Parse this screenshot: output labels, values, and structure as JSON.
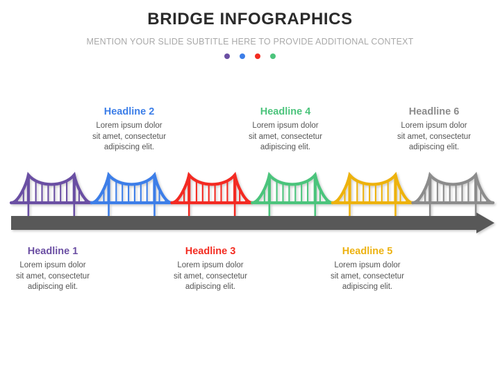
{
  "header": {
    "title": "BRIDGE INFOGRAPHICS",
    "subtitle": "MENTION YOUR SLIDE SUBTITLE HERE TO PROVIDE ADDITIONAL CONTEXT",
    "dots": [
      {
        "name": "dot-purple",
        "color": "#6b4fa3"
      },
      {
        "name": "dot-blue",
        "color": "#3c7ee8"
      },
      {
        "name": "dot-red",
        "color": "#f32c21"
      },
      {
        "name": "dot-green",
        "color": "#4cc47c"
      }
    ]
  },
  "body_text": "Lorem ipsum dolor sit amet, consectetur adipiscing elit.",
  "body_lines": {
    "l1": "Lorem ipsum dolor",
    "l2": "sit amet, consectetur",
    "l3": "adipiscing elit."
  },
  "segments": [
    {
      "index": 1,
      "headline": "Headline 1",
      "color": "#6b4fa3",
      "color_name": "purple",
      "position": "below",
      "body_l1": "Lorem ipsum dolor",
      "body_l2": "sit amet, consectetur",
      "body_l3": "adipiscing elit."
    },
    {
      "index": 2,
      "headline": "Headline 2",
      "color": "#3c7ee8",
      "color_name": "blue",
      "position": "above",
      "body_l1": "Lorem ipsum dolor",
      "body_l2": "sit amet, consectetur",
      "body_l3": "adipiscing elit."
    },
    {
      "index": 3,
      "headline": "Headline 3",
      "color": "#f32c21",
      "color_name": "red",
      "position": "below",
      "body_l1": "Lorem ipsum dolor",
      "body_l2": "sit amet, consectetur",
      "body_l3": "adipiscing elit."
    },
    {
      "index": 4,
      "headline": "Headline 4",
      "color": "#4cc47c",
      "color_name": "green",
      "position": "above",
      "body_l1": "Lorem ipsum dolor",
      "body_l2": "sit amet, consectetur",
      "body_l3": "adipiscing elit."
    },
    {
      "index": 5,
      "headline": "Headline 5",
      "color": "#edb211",
      "color_name": "yellow",
      "position": "below",
      "body_l1": "Lorem ipsum dolor",
      "body_l2": "sit amet, consectetur",
      "body_l3": "adipiscing elit."
    },
    {
      "index": 6,
      "headline": "Headline 6",
      "color": "#8c8c8c",
      "color_name": "gray",
      "position": "above",
      "body_l1": "Lorem ipsum dolor",
      "body_l2": "sit amet, consectetur",
      "body_l3": "adipiscing elit."
    }
  ],
  "timeline": {
    "name": "timeline-arrow",
    "color": "#585858",
    "direction": "right"
  },
  "colors": {
    "title": "#2b2b2b",
    "subtitle": "#a9a9a9",
    "body": "#555555",
    "background": "#ffffff"
  }
}
